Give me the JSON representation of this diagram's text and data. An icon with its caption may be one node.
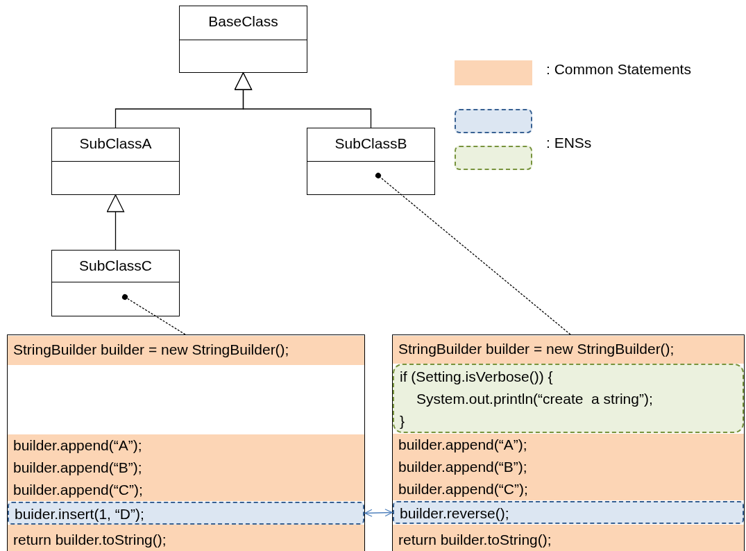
{
  "diagram": {
    "nodes": [
      {
        "text": [
          "BaseClass"
        ]
      },
      {
        "text": [
          "SubClassA"
        ]
      },
      {
        "text": [
          "SubClassB"
        ]
      },
      {
        "text": [
          "SubClassC"
        ]
      },
      {
        "text": [],
        "shape": "box"
      },
      {
        "text": [
          "StringBuilder builder = new StringBuilder();"
        ],
        "in": 4
      },
      {
        "text": [
          "builder.append(“A”);",
          "builder.append(“B”);",
          "builder.append(“C”);"
        ],
        "in": 4
      },
      {
        "text": [
          "buider.insert(1, “D”);"
        ],
        "in": 4
      },
      {
        "text": [
          "return builder.toString();"
        ],
        "in": 4
      },
      {
        "text": [],
        "shape": "box"
      },
      {
        "text": [
          "StringBuilder builder = new StringBuilder();"
        ],
        "in": 9
      },
      {
        "text": [
          "if (Setting.isVerbose()) {",
          "System.out.println(“create  a string”);",
          "}"
        ],
        "in": 9
      },
      {
        "text": [
          "builder.append(“A”);",
          "builder.append(“B”);",
          "builder.append(“C”);"
        ],
        "in": 9
      },
      {
        "text": [
          "builder.reverse();"
        ],
        "in": 9
      },
      {
        "text": [
          "return builder.toString();"
        ],
        "in": 9
      }
    ],
    "edges": [
      {
        "from": 1,
        "to": 0,
        "arrow": "to"
      },
      {
        "from": 2,
        "to": 0,
        "arrow": "to"
      },
      {
        "from": 3,
        "to": 1,
        "arrow": "to"
      },
      {
        "from": 4,
        "to": 3,
        "arrow": "other",
        "style": "dashed"
      },
      {
        "from": 9,
        "to": 2,
        "arrow": "other",
        "style": "dashed"
      },
      {
        "from": 7,
        "to": 13,
        "arrow": "both",
        "color": "#4f81bd"
      }
    ],
    "legend": [
      {
        "text": ": Common Statements",
        "color": "#fcd5b5"
      },
      {
        "text": ": ENSs"
      }
    ]
  }
}
